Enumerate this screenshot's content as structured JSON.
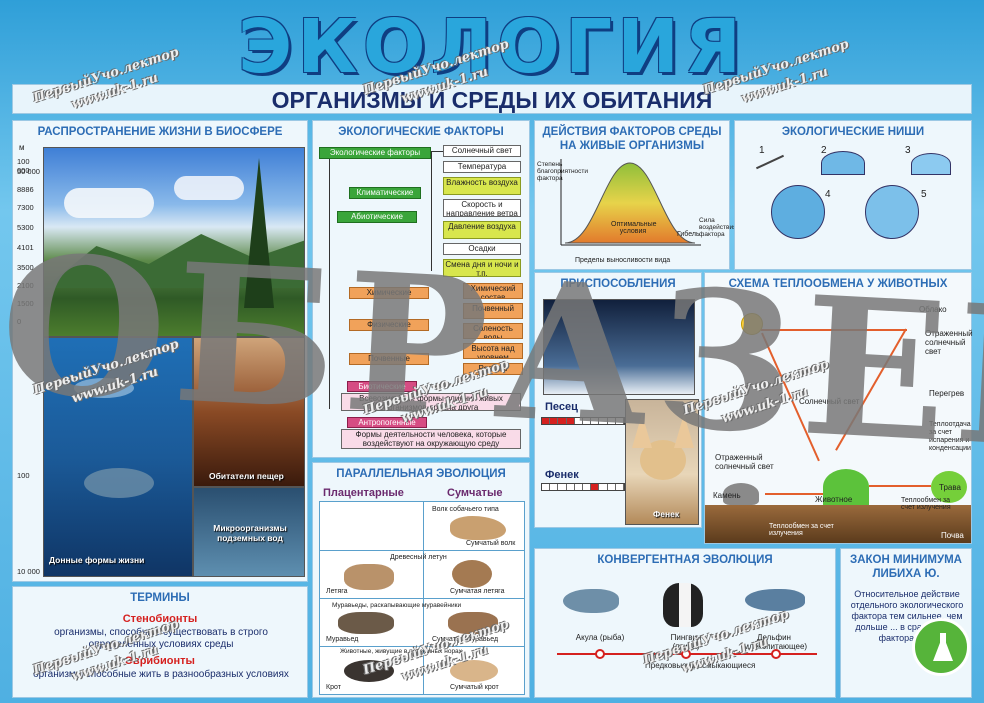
{
  "title": "ЭКОЛОГИЯ",
  "subtitle": "ОРГАНИЗМЫ И СРЕДЫ ИХ ОБИТАНИЯ",
  "watermark": {
    "big": "ОБРАЗЕЦ",
    "cursive1": "ПервыйУчо.лектор",
    "cursive2": "www.uk-1.ru"
  },
  "biosphere": {
    "title": "РАСПРОСТРАНЕНИЕ ЖИЗНИ В БИОСФЕРЕ",
    "scale_unit": "м",
    "ticks": [
      "100 000",
      "50 000",
      "8886",
      "7300",
      "5300",
      "4101",
      "3500",
      "2100",
      "1500",
      "0",
      "100",
      "10 000"
    ],
    "captions": [
      "Обитатели пещер",
      "Микроорганизмы подземных вод",
      "Донные формы жизни"
    ]
  },
  "factors": {
    "title": "ЭКОЛОГИЧЕСКИЕ ФАКТОРЫ",
    "main": "Экологические факторы",
    "climatic": "Климатические",
    "abiotic": "Абиотические",
    "right_boxes": [
      "Солнечный свет",
      "Температура",
      "Влажность воздуха",
      "Скорость и направление ветра",
      "Давление воздуха",
      "Осадки",
      "Смена дня и ночи и т.п."
    ],
    "lower_boxes": [
      "Химические",
      "Физические",
      "Почвенные"
    ],
    "orange_boxes": [
      "Химический состав",
      "Почвенный",
      "Соленость воды",
      "Высота над уровнем",
      "Рельеф"
    ],
    "biotic_label": "Биотические",
    "biotic_text": "Всевозможные формы влияния живых организмов друг на друга",
    "anthropo_label": "Антропогенные",
    "anthropo_text": "Формы деятельности человека, которые воздействуют на окружающую среду"
  },
  "action": {
    "title": "ДЕЙСТВИЯ ФАКТОРОВ СРЕДЫ НА ЖИВЫЕ ОРГАНИЗМЫ",
    "ylabel": "Степень благоприятности фактора",
    "optimal": "Оптимальные условия",
    "death": "Гибель",
    "force": "Сила воздействия фактора",
    "limits": "Пределы выносливости вида"
  },
  "niches": {
    "title": "ЭКОЛОГИЧЕСКИЕ НИШИ",
    "numbers": [
      "1",
      "2",
      "3",
      "4",
      "5"
    ]
  },
  "adaptation": {
    "title": "ПРИСПОСОБЛЕНИЯ",
    "label1": "Песец",
    "label2": "Фенек",
    "photo_label": "Фенек"
  },
  "heat": {
    "title": "СХЕМА ТЕПЛООБМЕНА У ЖИВОТНЫХ",
    "labels": [
      "Облако",
      "Отраженный солнечный свет",
      "Солнечный свет",
      "Перегрев",
      "Теплоотдача за счет испарения и конденсации",
      "Отраженный солнечный свет",
      "Камень",
      "Животное",
      "Трава",
      "Теплообмен за счет излучения",
      "Теплообмен за счет излучения",
      "Почва"
    ]
  },
  "parallel": {
    "title": "ПАРАЛЛЕЛЬНАЯ ЭВОЛЮЦИЯ",
    "col1": "Плацентарные",
    "col2": "Сумчатые",
    "captions": [
      "Волк собачьего типа",
      "Сумчатый волк",
      "Древесный летун",
      "Летяга",
      "Сумчатая летяга",
      "Муравьеды, раскапывающие муравейники",
      "Муравьед",
      "Сумчатый муравьед",
      "Животные, живущие в подземных норах",
      "Крот",
      "Сумчатый крот"
    ]
  },
  "convergent": {
    "title": "КОНВЕРГЕНТНАЯ ЭВОЛЮЦИЯ",
    "animals": [
      "Акула (рыба)",
      "Пингвин (птица)",
      "Дельфин (млекопитающее)"
    ],
    "ancestor": "Предковые пресмыкающиеся"
  },
  "liebig": {
    "title": "ЗАКОН МИНИМУМА ЛИБИХА Ю.",
    "text": "Относительное действие отдельного экологического фактора тем сильнее, чем дольше ... в сравнении с факторами ..."
  },
  "terms": {
    "title": "ТЕРМИНЫ",
    "t1": "Стенобионты",
    "d1": "организмы, способные существовать в строго определенных условиях среды",
    "t2": "Эврибионты",
    "d2": "организмы способные жить в разнообразных условиях"
  },
  "colors": {
    "accent": "#2d6db5",
    "title_blue": "#29a6dc",
    "red": "#d5211f",
    "green": "#3aa53a"
  }
}
